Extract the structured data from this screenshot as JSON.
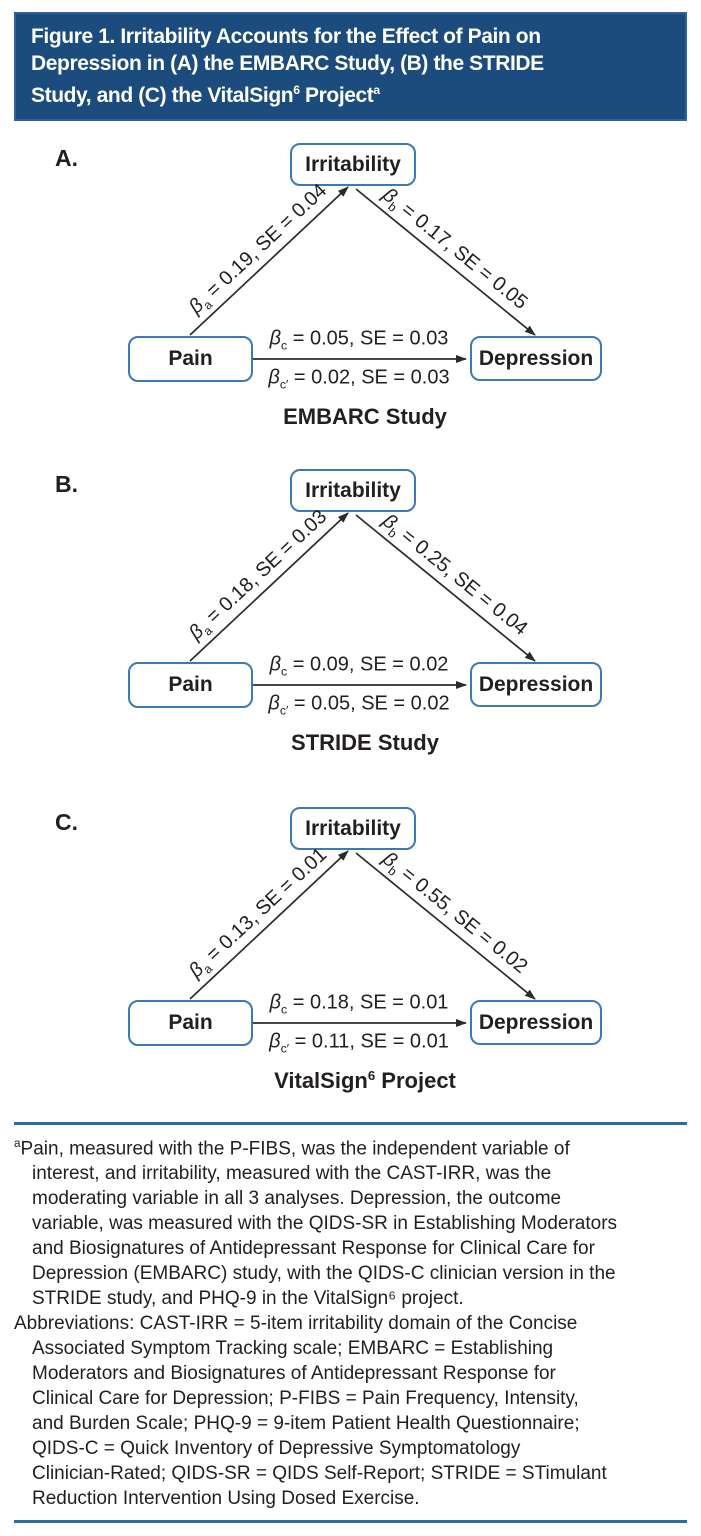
{
  "colors": {
    "header_bg": "#1b4c7d",
    "header_border": "#2a659f",
    "header_text": "#ffffff",
    "node_border": "#3b79b8",
    "rule": "#2e6da4",
    "text": "#231f20",
    "arrow": "#2b2b2b"
  },
  "header": {
    "lines": [
      "Figure 1. Irritability Accounts for the Effect of Pain on",
      "Depression in (A) the EMBARC Study, (B) the STRIDE"
    ],
    "line3_pre": "Study, and (C) the VitalSign",
    "line3_sup": "6",
    "line3_mid": " Project",
    "line3_sup2": "a"
  },
  "beta": "β",
  "panels": [
    {
      "label": "A.",
      "nodes": {
        "mediator": "Irritability",
        "predictor": "Pain",
        "outcome": "Depression"
      },
      "paths": {
        "a": {
          "sub": "a",
          "text": " = 0.19, SE = 0.04"
        },
        "b": {
          "sub": "b",
          "text": " = 0.17, SE = 0.05"
        },
        "c": {
          "sub": "c",
          "text": " = 0.05, SE = 0.03"
        },
        "c_prime": {
          "sub": "c′",
          "text": " = 0.02, SE = 0.03"
        }
      },
      "caption_pre": "EMBARC Study",
      "caption_sup": "",
      "caption_post": ""
    },
    {
      "label": "B.",
      "nodes": {
        "mediator": "Irritability",
        "predictor": "Pain",
        "outcome": "Depression"
      },
      "paths": {
        "a": {
          "sub": "a",
          "text": " = 0.18, SE = 0.03"
        },
        "b": {
          "sub": "b",
          "text": " = 0.25, SE = 0.04"
        },
        "c": {
          "sub": "c",
          "text": " = 0.09, SE = 0.02"
        },
        "c_prime": {
          "sub": "c′",
          "text": " = 0.05, SE = 0.02"
        }
      },
      "caption_pre": "STRIDE Study",
      "caption_sup": "",
      "caption_post": ""
    },
    {
      "label": "C.",
      "nodes": {
        "mediator": "Irritability",
        "predictor": "Pain",
        "outcome": "Depression"
      },
      "paths": {
        "a": {
          "sub": "a",
          "text": " = 0.13, SE = 0.01"
        },
        "b": {
          "sub": "b",
          "text": " = 0.55, SE = 0.02"
        },
        "c": {
          "sub": "c",
          "text": " = 0.18, SE = 0.01"
        },
        "c_prime": {
          "sub": "c′",
          "text": " = 0.11, SE = 0.01"
        }
      },
      "caption_pre": "VitalSign",
      "caption_sup": "6",
      "caption_post": " Project"
    }
  ],
  "footnote": {
    "marker": "a",
    "lines": [
      "Pain, measured with the P-FIBS, was the independent variable of",
      "interest, and irritability, measured with the CAST-IRR, was the",
      "moderating variable in all 3 analyses. Depression, the outcome",
      "variable, was measured with the QIDS-SR in Establishing Moderators",
      "and Biosignatures of Antidepressant Response for Clinical Care for",
      "Depression (EMBARC) study, with the QIDS-C clinician version in the",
      "STRIDE study, and PHQ-9 in the VitalSign⁶ project."
    ]
  },
  "abbreviations": {
    "lines": [
      "Abbreviations: CAST-IRR = 5-item irritability domain of the Concise",
      "Associated Symptom Tracking scale; EMBARC = Establishing",
      "Moderators and Biosignatures of Antidepressant Response for",
      "Clinical Care for Depression; P-FIBS = Pain Frequency, Intensity,",
      "and Burden Scale; PHQ-9 = 9-item Patient Health Questionnaire;",
      "QIDS-C = Quick Inventory of Depressive Symptomatology",
      "Clinician-Rated; QIDS-SR = QIDS Self-Report; STRIDE = STimulant",
      "Reduction Intervention Using Dosed Exercise."
    ]
  }
}
